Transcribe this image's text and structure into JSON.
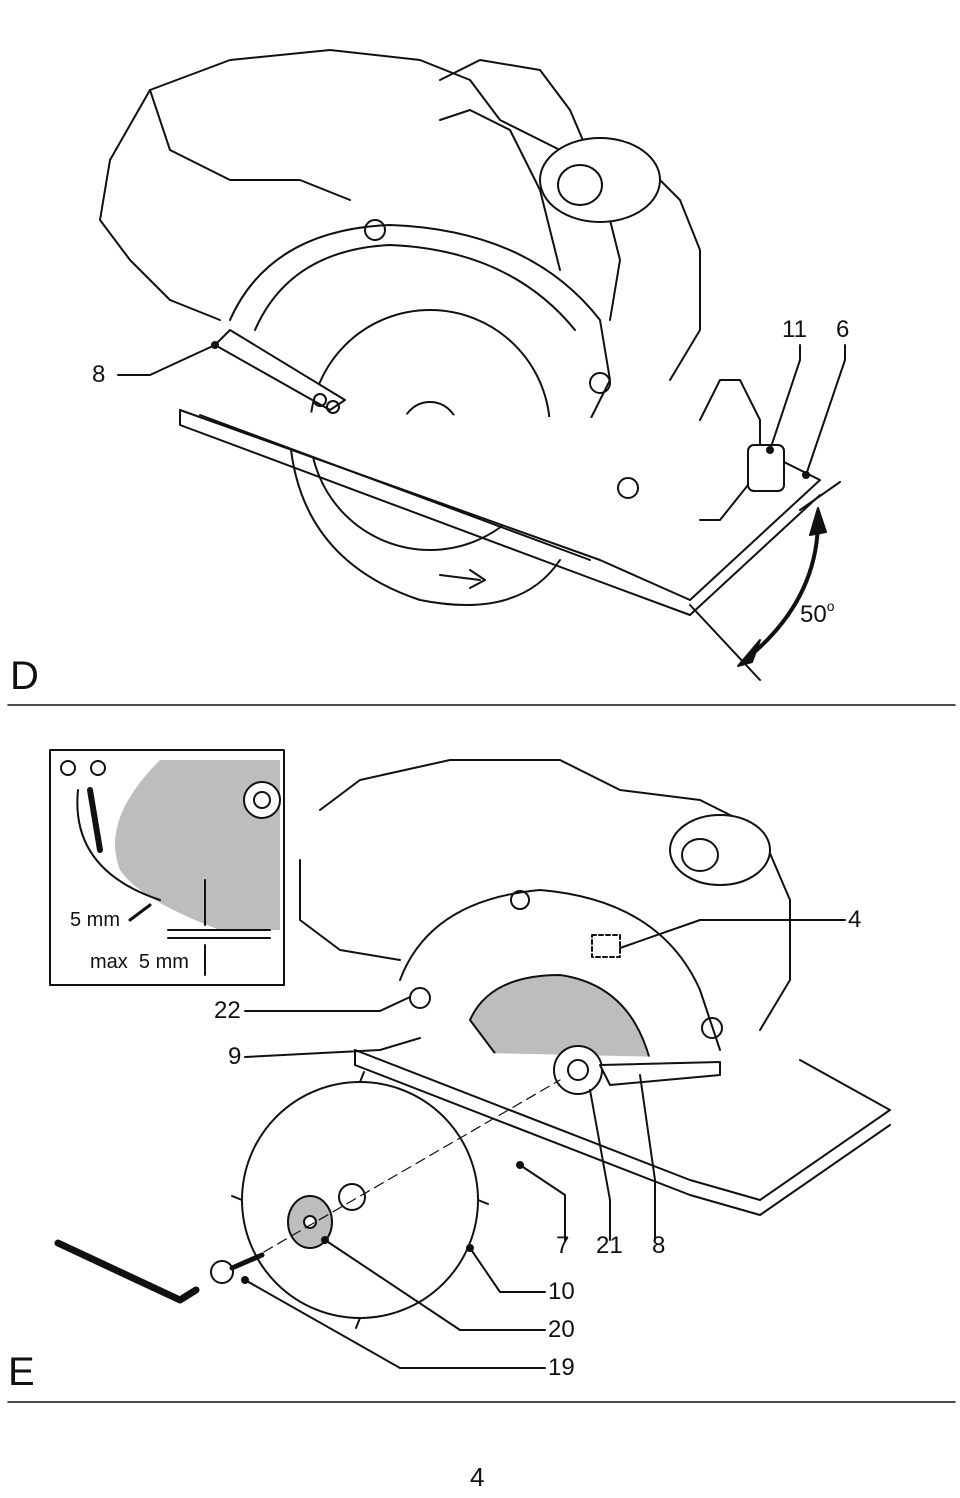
{
  "figure_d": {
    "letter": "D",
    "angle_value": "50",
    "angle_unit": "o",
    "callouts": [
      "8",
      "11",
      "6"
    ]
  },
  "figure_e": {
    "letter": "E",
    "inset": {
      "depth_label": "5 mm",
      "max_label": "max  5 mm"
    },
    "callouts": [
      "4",
      "22",
      "9",
      "7",
      "21",
      "8",
      "10",
      "20",
      "19"
    ]
  },
  "page_number": "4",
  "colors": {
    "ink": "#111111",
    "guard_shade": "#bdbdbd",
    "paper": "#ffffff"
  }
}
